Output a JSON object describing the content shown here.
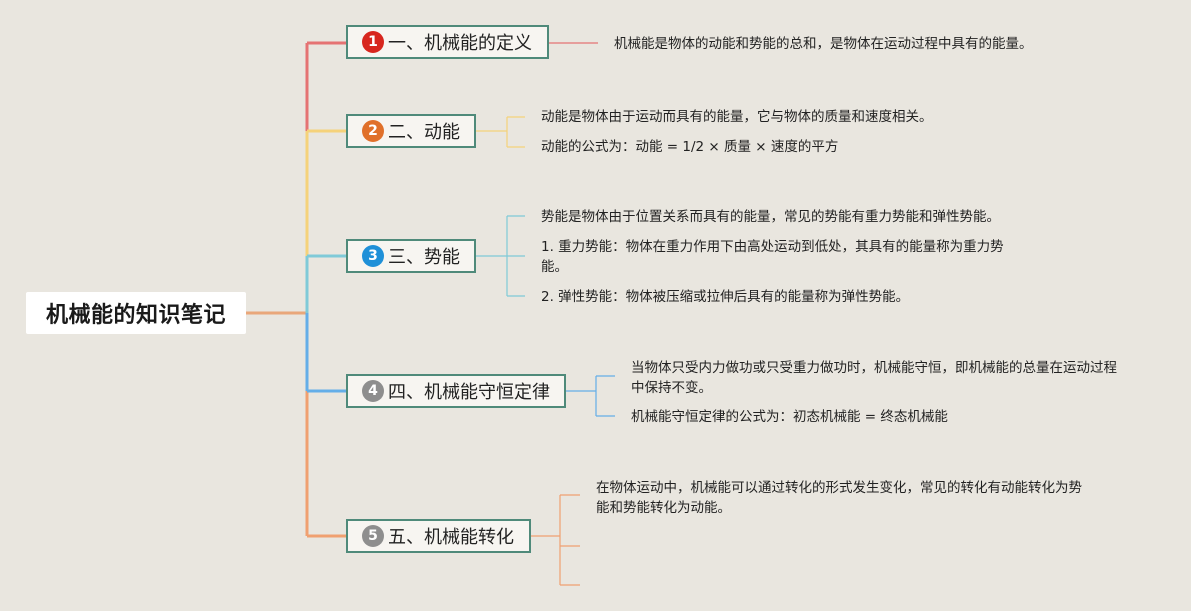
{
  "root": {
    "title": "机械能的知识笔记"
  },
  "topics": [
    {
      "num": "1",
      "label": "一、机械能的定义",
      "badge_color": "#d7261e",
      "branch_color": "#e57373",
      "details": [
        "机械能是物体的动能和势能的总和，是物体在运动过程中具有的能量。"
      ]
    },
    {
      "num": "2",
      "label": "二、动能",
      "badge_color": "#e0702a",
      "branch_color": "#f5d27a",
      "details": [
        "动能是物体由于运动而具有的能量，它与物体的质量和速度相关。",
        "动能的公式为：动能 = 1/2 × 质量 × 速度的平方"
      ]
    },
    {
      "num": "3",
      "label": "三、势能",
      "badge_color": "#1f90d8",
      "branch_color": "#7fcad8",
      "details": [
        "势能是物体由于位置关系而具有的能量，常见的势能有重力势能和弹性势能。",
        "1. 重力势能：物体在重力作用下由高处运动到低处，其具有的能量称为重力势能。",
        "2. 弹性势能：物体被压缩或拉伸后具有的能量称为弹性势能。"
      ]
    },
    {
      "num": "4",
      "label": "四、机械能守恒定律",
      "badge_color": "#8e8e8e",
      "branch_color": "#64aee8",
      "details": [
        "当物体只受内力做功或只受重力做功时，机械能守恒，即机械能的总量在运动过程中保持不变。",
        "机械能守恒定律的公式为：初态机械能 = 终态机械能"
      ]
    },
    {
      "num": "5",
      "label": "五、机械能转化",
      "badge_color": "#8e8e8e",
      "branch_color": "#f0a070",
      "details": [
        "在物体运动中，机械能可以通过转化的形式发生变化，常见的转化有动能转化为势能和势能转化为动能。",
        "",
        ""
      ]
    }
  ]
}
